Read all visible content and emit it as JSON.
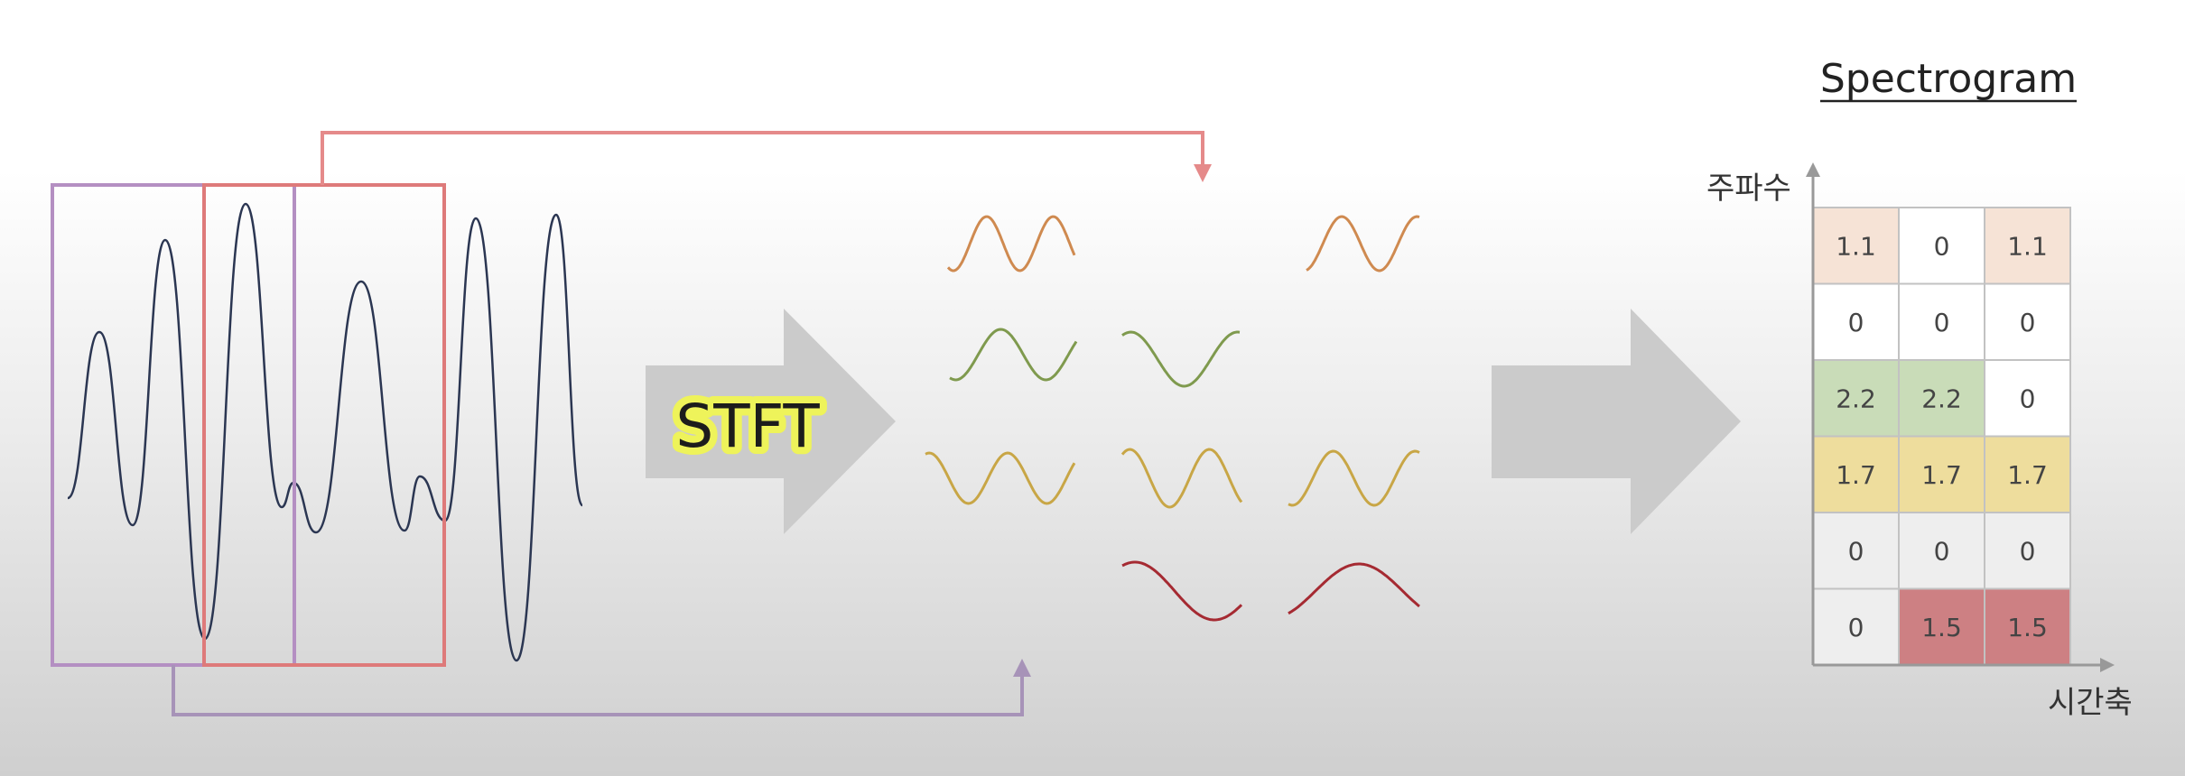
{
  "process_label": "STFT",
  "spectrogram": {
    "title": "Spectrogram",
    "y_axis_label": "주파수",
    "x_axis_label": "시간축",
    "rows": [
      {
        "values": [
          "1.1",
          "0",
          "1.1"
        ],
        "colors": [
          "#f6e3d6",
          "#ffffff",
          "#f6e3d6"
        ]
      },
      {
        "values": [
          "0",
          "0",
          "0"
        ],
        "colors": [
          "#ffffff",
          "#ffffff",
          "#ffffff"
        ]
      },
      {
        "values": [
          "2.2",
          "2.2",
          "0"
        ],
        "colors": [
          "#c9dcb8",
          "#c9dcb8",
          "#ffffff"
        ]
      },
      {
        "values": [
          "1.7",
          "1.7",
          "1.7"
        ],
        "colors": [
          "#eedd9d",
          "#eedd9d",
          "#eedd9d"
        ]
      },
      {
        "values": [
          "0",
          "0",
          "0"
        ],
        "colors": [
          "#eeeeee",
          "#eeeeee",
          "#eeeeee"
        ]
      },
      {
        "values": [
          "0",
          "1.5",
          "1.5"
        ],
        "colors": [
          "#eeeeee",
          "#cd8083",
          "#cd8083"
        ]
      }
    ]
  },
  "colors": {
    "window_1": "#b48fc2",
    "window_2": "#de7a7a",
    "signal": "#2b3652",
    "wave_orange": "#cf8a50",
    "wave_green": "#7f9a4e",
    "wave_yellow": "#c8a646",
    "wave_red": "#a52a32",
    "arrow_fill": "#cbcbcb"
  }
}
